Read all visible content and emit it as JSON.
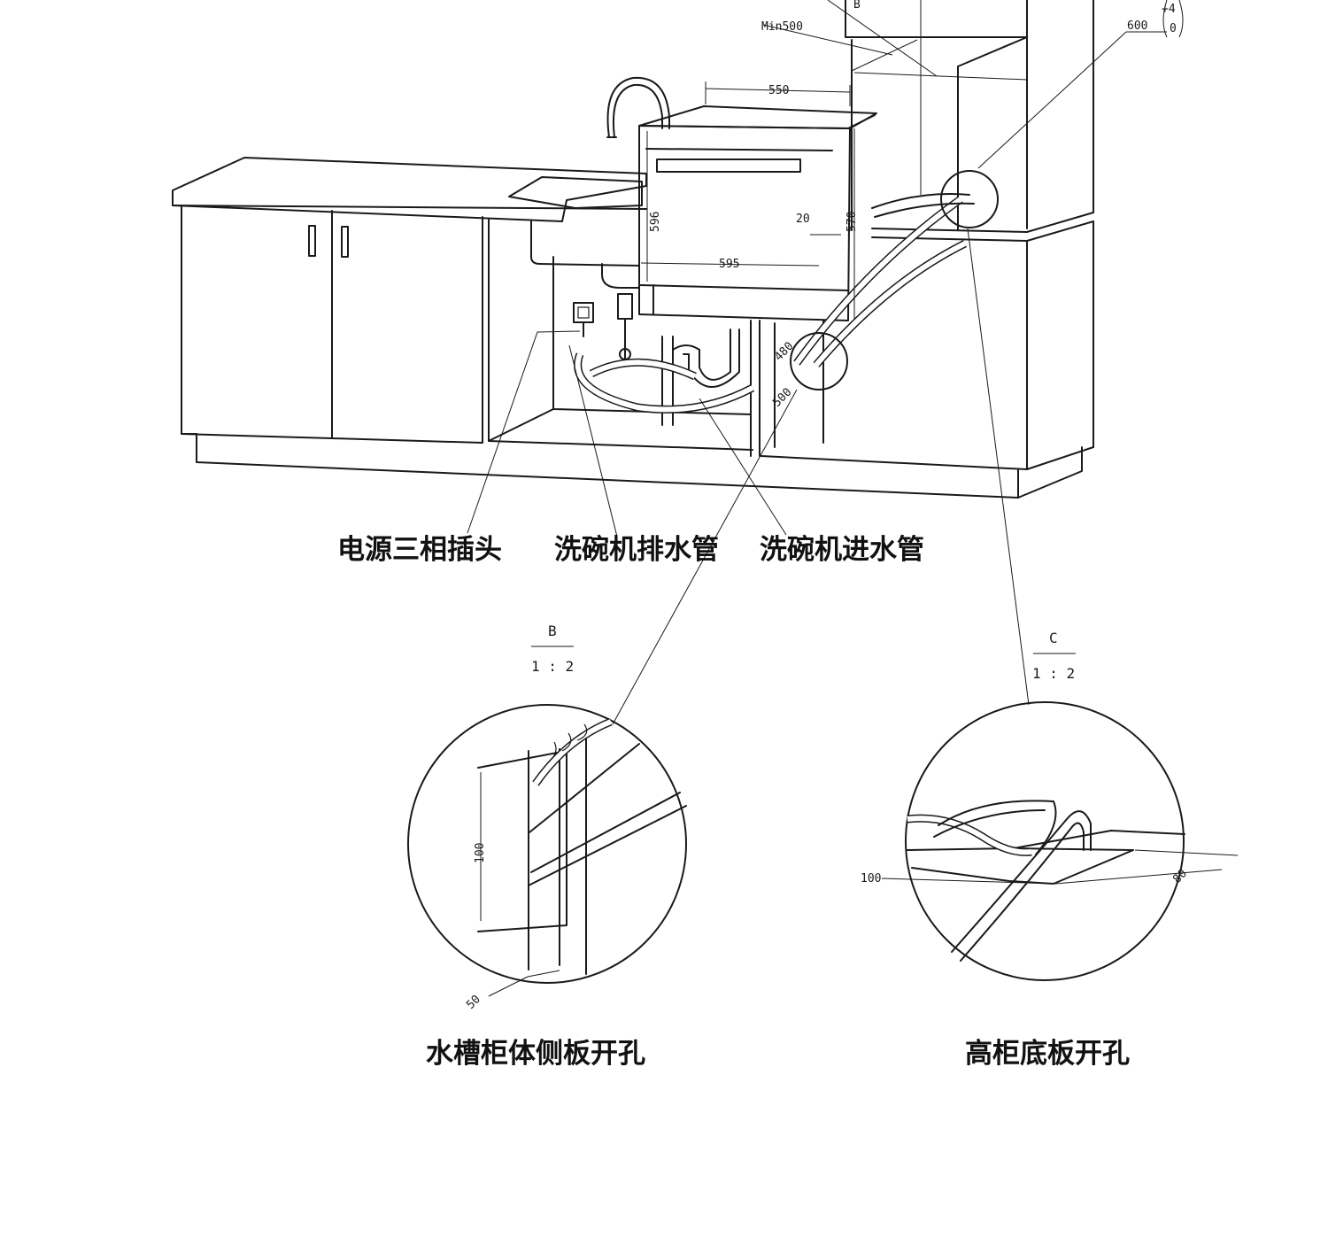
{
  "captions": {
    "power_plug": "电源三相插头",
    "drain_hose": "洗碗机排水管",
    "inlet_hose": "洗碗机进水管",
    "detail_b_title": "水槽柜体侧板开孔",
    "detail_c_title": "高柜底板开孔"
  },
  "detail_b": {
    "letter": "B",
    "scale": "1 : 2",
    "dim_height": "100",
    "dim_width": "50"
  },
  "detail_c": {
    "letter": "C",
    "scale": "1 : 2",
    "dim_length": "100",
    "dim_width": "80"
  },
  "dimensions": {
    "min_depth": "Min500",
    "tall_width": "600",
    "tol_plus": "+4",
    "tol_zero": "0",
    "top_width": "550",
    "front_height": "596",
    "front_width": "595",
    "gap": "20",
    "side_height": "570",
    "hole_a": "480",
    "hole_b": "500",
    "top_ref": "B"
  }
}
